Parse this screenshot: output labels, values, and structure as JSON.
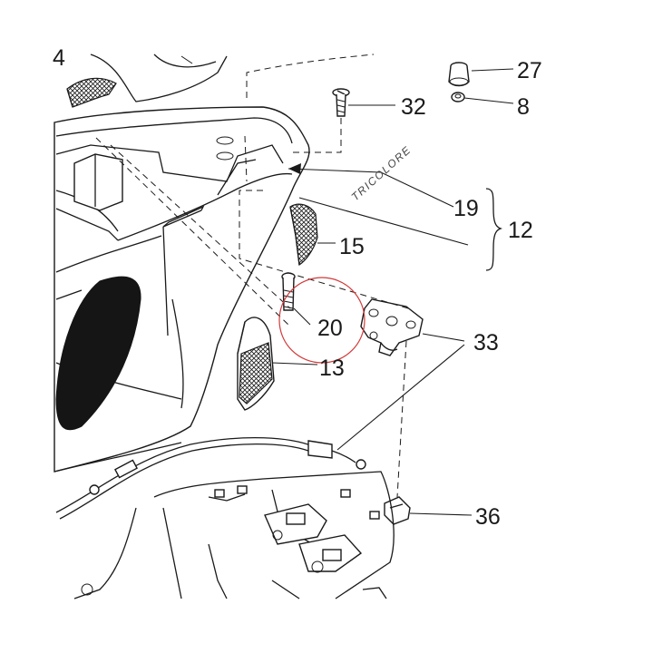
{
  "diagram": {
    "part_labels": [
      {
        "id": "p4",
        "text": "4"
      },
      {
        "id": "p27",
        "text": "27"
      },
      {
        "id": "p8",
        "text": "8"
      },
      {
        "id": "p32",
        "text": "32"
      },
      {
        "id": "p19",
        "text": "19"
      },
      {
        "id": "p12",
        "text": "12"
      },
      {
        "id": "p15",
        "text": "15"
      },
      {
        "id": "p20",
        "text": "20"
      },
      {
        "id": "p33",
        "text": "33"
      },
      {
        "id": "p13",
        "text": "13"
      },
      {
        "id": "p36",
        "text": "36"
      }
    ],
    "decal_text": "TRICOLORE",
    "highlight_color": "#d23a3a",
    "line_color": "#1a1a1a"
  }
}
